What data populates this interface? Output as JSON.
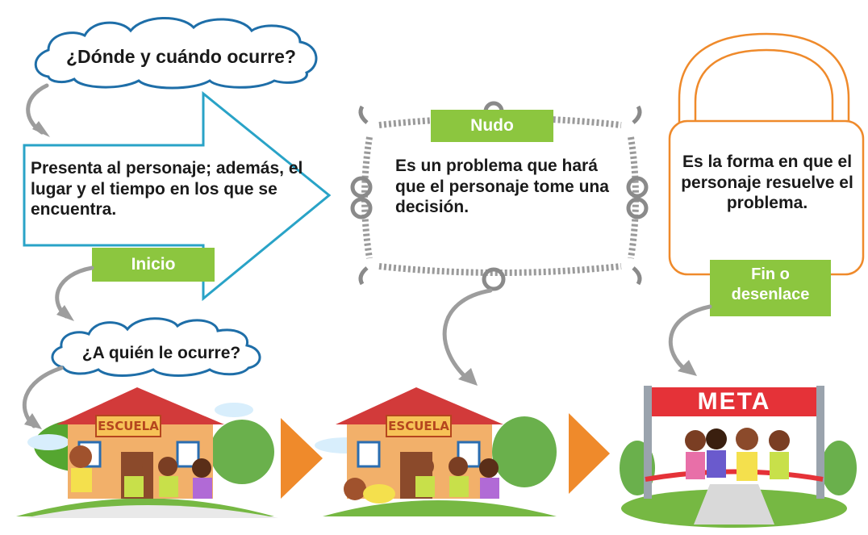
{
  "colors": {
    "label_green": "#8cc63f",
    "arrow_blue": "#29a3c7",
    "cloud_blue": "#1e6ea8",
    "frame_orange": "#ef8a2b",
    "rope_gray": "#9a9a9a",
    "connector_gray": "#9d9d9d",
    "step_triangle": "#ef8a2b",
    "meta_red": "#e53238"
  },
  "cloud_top": {
    "text": "¿Dónde y cuándo ocurre?"
  },
  "cloud_bottom": {
    "text": "¿A quién le ocurre?"
  },
  "inicio": {
    "text": "Presenta al personaje; además, el lugar y el tiempo en los que se encuentra.",
    "label": "Inicio"
  },
  "nudo": {
    "text": "Es un problema que hará que el personaje tome una decisión.",
    "label": "Nudo"
  },
  "fin": {
    "text": "Es la forma en que el personaje resuelve el problema.",
    "label": "Fin o desenlace"
  },
  "scenes": [
    {
      "sign": "ESCUELA",
      "icon": "school-children-running-illustration"
    },
    {
      "sign": "ESCUELA",
      "icon": "child-falling-illustration"
    },
    {
      "sign": "META",
      "icon": "finish-line-illustration"
    }
  ]
}
